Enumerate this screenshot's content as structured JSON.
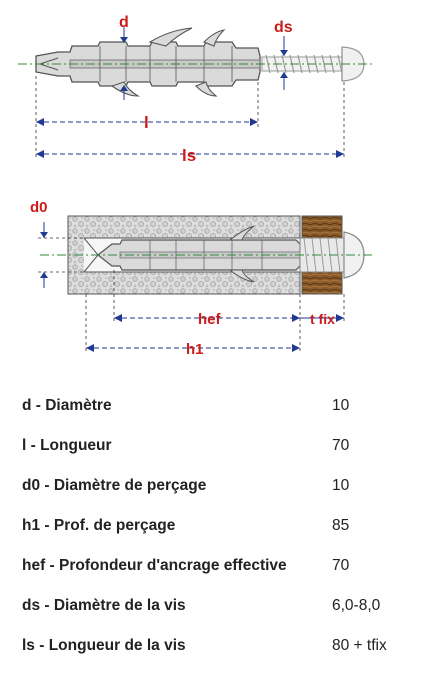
{
  "diagram": {
    "top_labels": {
      "d": "d",
      "ds": "ds",
      "l": "l",
      "ls": "ls"
    },
    "bottom_labels": {
      "d0": "d0",
      "hef": "hef",
      "tfix": "t fix",
      "h1": "h1"
    }
  },
  "specs": [
    {
      "label": "d - Diamètre",
      "value": "10"
    },
    {
      "label": "l - Longueur",
      "value": "70"
    },
    {
      "label": "d0 - Diamètre de perçage",
      "value": "10"
    },
    {
      "label": "h1 - Prof. de perçage",
      "value": "85"
    },
    {
      "label": "hef - Profondeur d'ancrage effective",
      "value": "70"
    },
    {
      "label": "ds - Diamètre de la vis",
      "value": "6,0-8,0"
    },
    {
      "label": "ls - Longueur de la vis",
      "value": "80 + tfix"
    }
  ]
}
